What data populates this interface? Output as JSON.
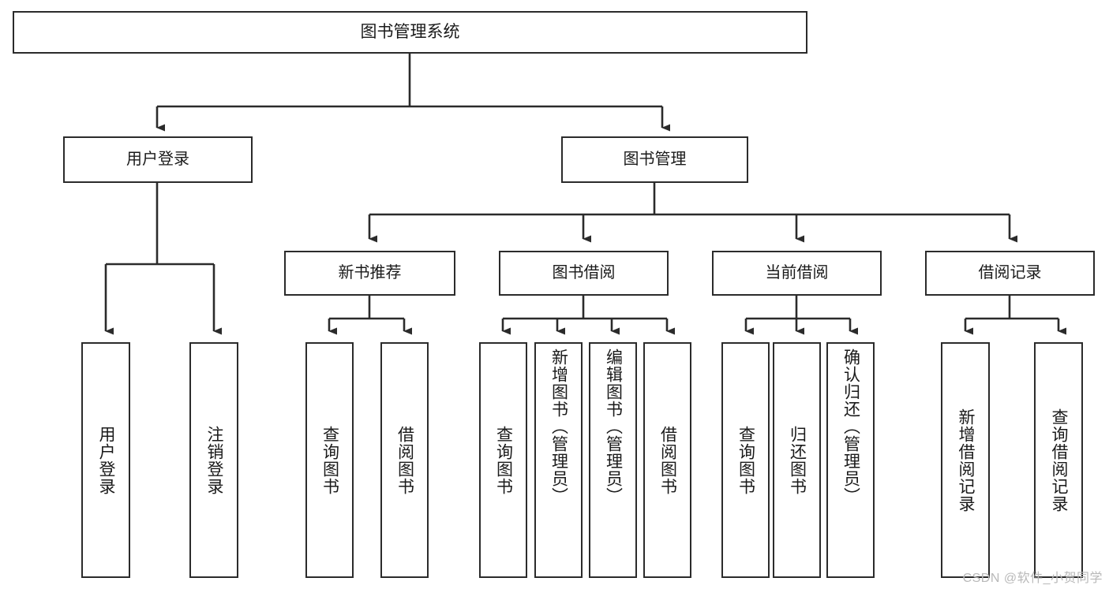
{
  "diagram": {
    "title": "图书管理系统",
    "type": "功能结构图",
    "colors": {
      "box_border": "#2b2b2b",
      "box_fill": "#ffffff",
      "connector": "#2b2b2b",
      "text": "#1a1a1a",
      "watermark": "#b9b9b9",
      "background": "#ffffff"
    },
    "nodes": {
      "root": {
        "label": "图书管理系统"
      },
      "level2": [
        {
          "id": "user-login",
          "label": "用户登录"
        },
        {
          "id": "book-management",
          "label": "图书管理"
        }
      ],
      "level3": [
        {
          "id": "new-book-recommend",
          "label": "新书推荐"
        },
        {
          "id": "book-borrow",
          "label": "图书借阅"
        },
        {
          "id": "current-borrow",
          "label": "当前借阅"
        },
        {
          "id": "borrow-record",
          "label": "借阅记录"
        }
      ],
      "leaves": {
        "user-login": [
          {
            "id": "leaf-user-login",
            "label": "用户登录"
          },
          {
            "id": "leaf-logout-login",
            "label": "注销登录"
          }
        ],
        "new-book-recommend": [
          {
            "id": "leaf-query-book-1",
            "label": "查询图书"
          },
          {
            "id": "leaf-borrow-book-1",
            "label": "借阅图书"
          }
        ],
        "book-borrow": [
          {
            "id": "leaf-query-book-2",
            "label": "查询图书"
          },
          {
            "id": "leaf-add-book",
            "label": "新增图书（管理员）"
          },
          {
            "id": "leaf-edit-book",
            "label": "编辑图书（管理员）"
          },
          {
            "id": "leaf-borrow-book-2",
            "label": "借阅图书"
          }
        ],
        "current-borrow": [
          {
            "id": "leaf-query-book-3",
            "label": "查询图书"
          },
          {
            "id": "leaf-return-book",
            "label": "归还图书"
          },
          {
            "id": "leaf-confirm-return",
            "label": "确认归还（管理员）"
          }
        ],
        "borrow-record": [
          {
            "id": "leaf-add-record",
            "label": "新增借阅记录"
          },
          {
            "id": "leaf-query-record",
            "label": "查询借阅记录"
          }
        ]
      }
    },
    "watermark": "CSDN @软件_小贺同学"
  }
}
